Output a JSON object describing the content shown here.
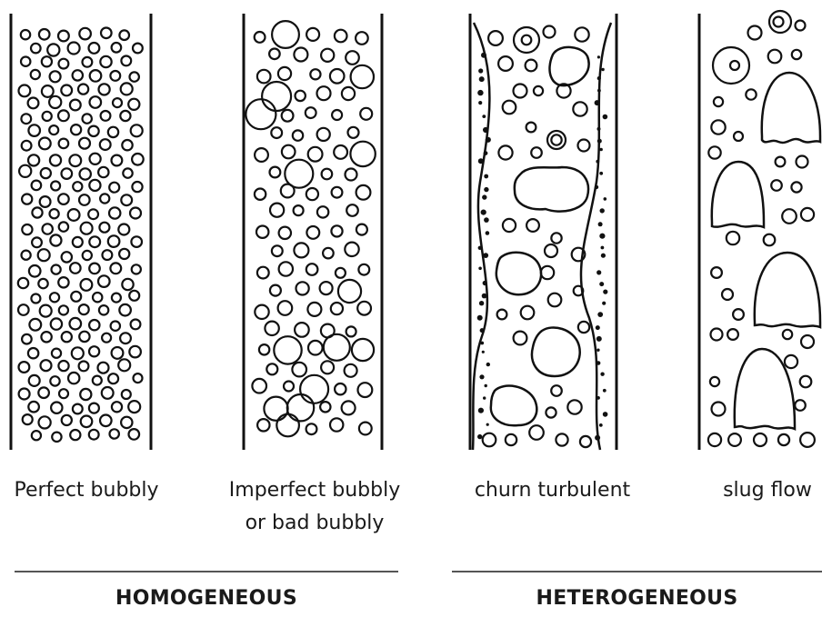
{
  "panels": [
    {
      "label": "Perfect bubbly"
    },
    {
      "label": "Imperfect bubbly",
      "label_line2": "or bad bubbly"
    },
    {
      "label": "churn turbulent"
    },
    {
      "label": "slug flow"
    }
  ],
  "groups": [
    {
      "label": "HOMOGENEOUS"
    },
    {
      "label": "HETEROGENEOUS"
    }
  ]
}
